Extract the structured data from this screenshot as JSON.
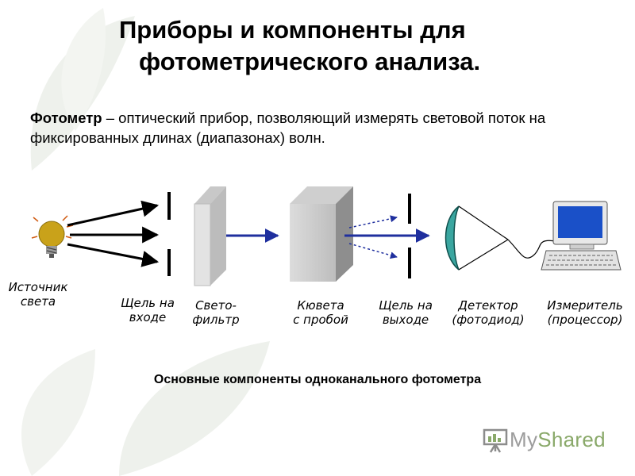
{
  "slide": {
    "title_line1": "Приборы и компоненты для",
    "title_line2": "фотометрического анализа.",
    "intro_term": "Фотометр",
    "intro_rest": " – оптический прибор, позволяющий измерять световой поток на фиксированных длинах (диапазонах) волн.",
    "caption": "Основные компоненты одноканального фотометра"
  },
  "diagram": {
    "labels": {
      "source_l1": "Источник",
      "source_l2": "света",
      "slit_in_l1": "Щель на",
      "slit_in_l2": "входе",
      "filter_l1": "Свето-",
      "filter_l2": "фильтр",
      "cuvette_l1": "Кювета",
      "cuvette_l2": "с пробой",
      "slit_out_l1": "Щель на",
      "slit_out_l2": "выходе",
      "detector_l1": "Детектор",
      "detector_l2": "(фотодиод)",
      "meter_l1": "Измеритель",
      "meter_l2": "(процессор)"
    },
    "colors": {
      "beam_black": "#000000",
      "beam_blue": "#1f2f9e",
      "monitor_screen": "#1a50c8",
      "detector": "#3aa6a0",
      "bulb": "#c9a21a"
    }
  },
  "logo": {
    "text_a": "My",
    "text_b": "Shared"
  }
}
